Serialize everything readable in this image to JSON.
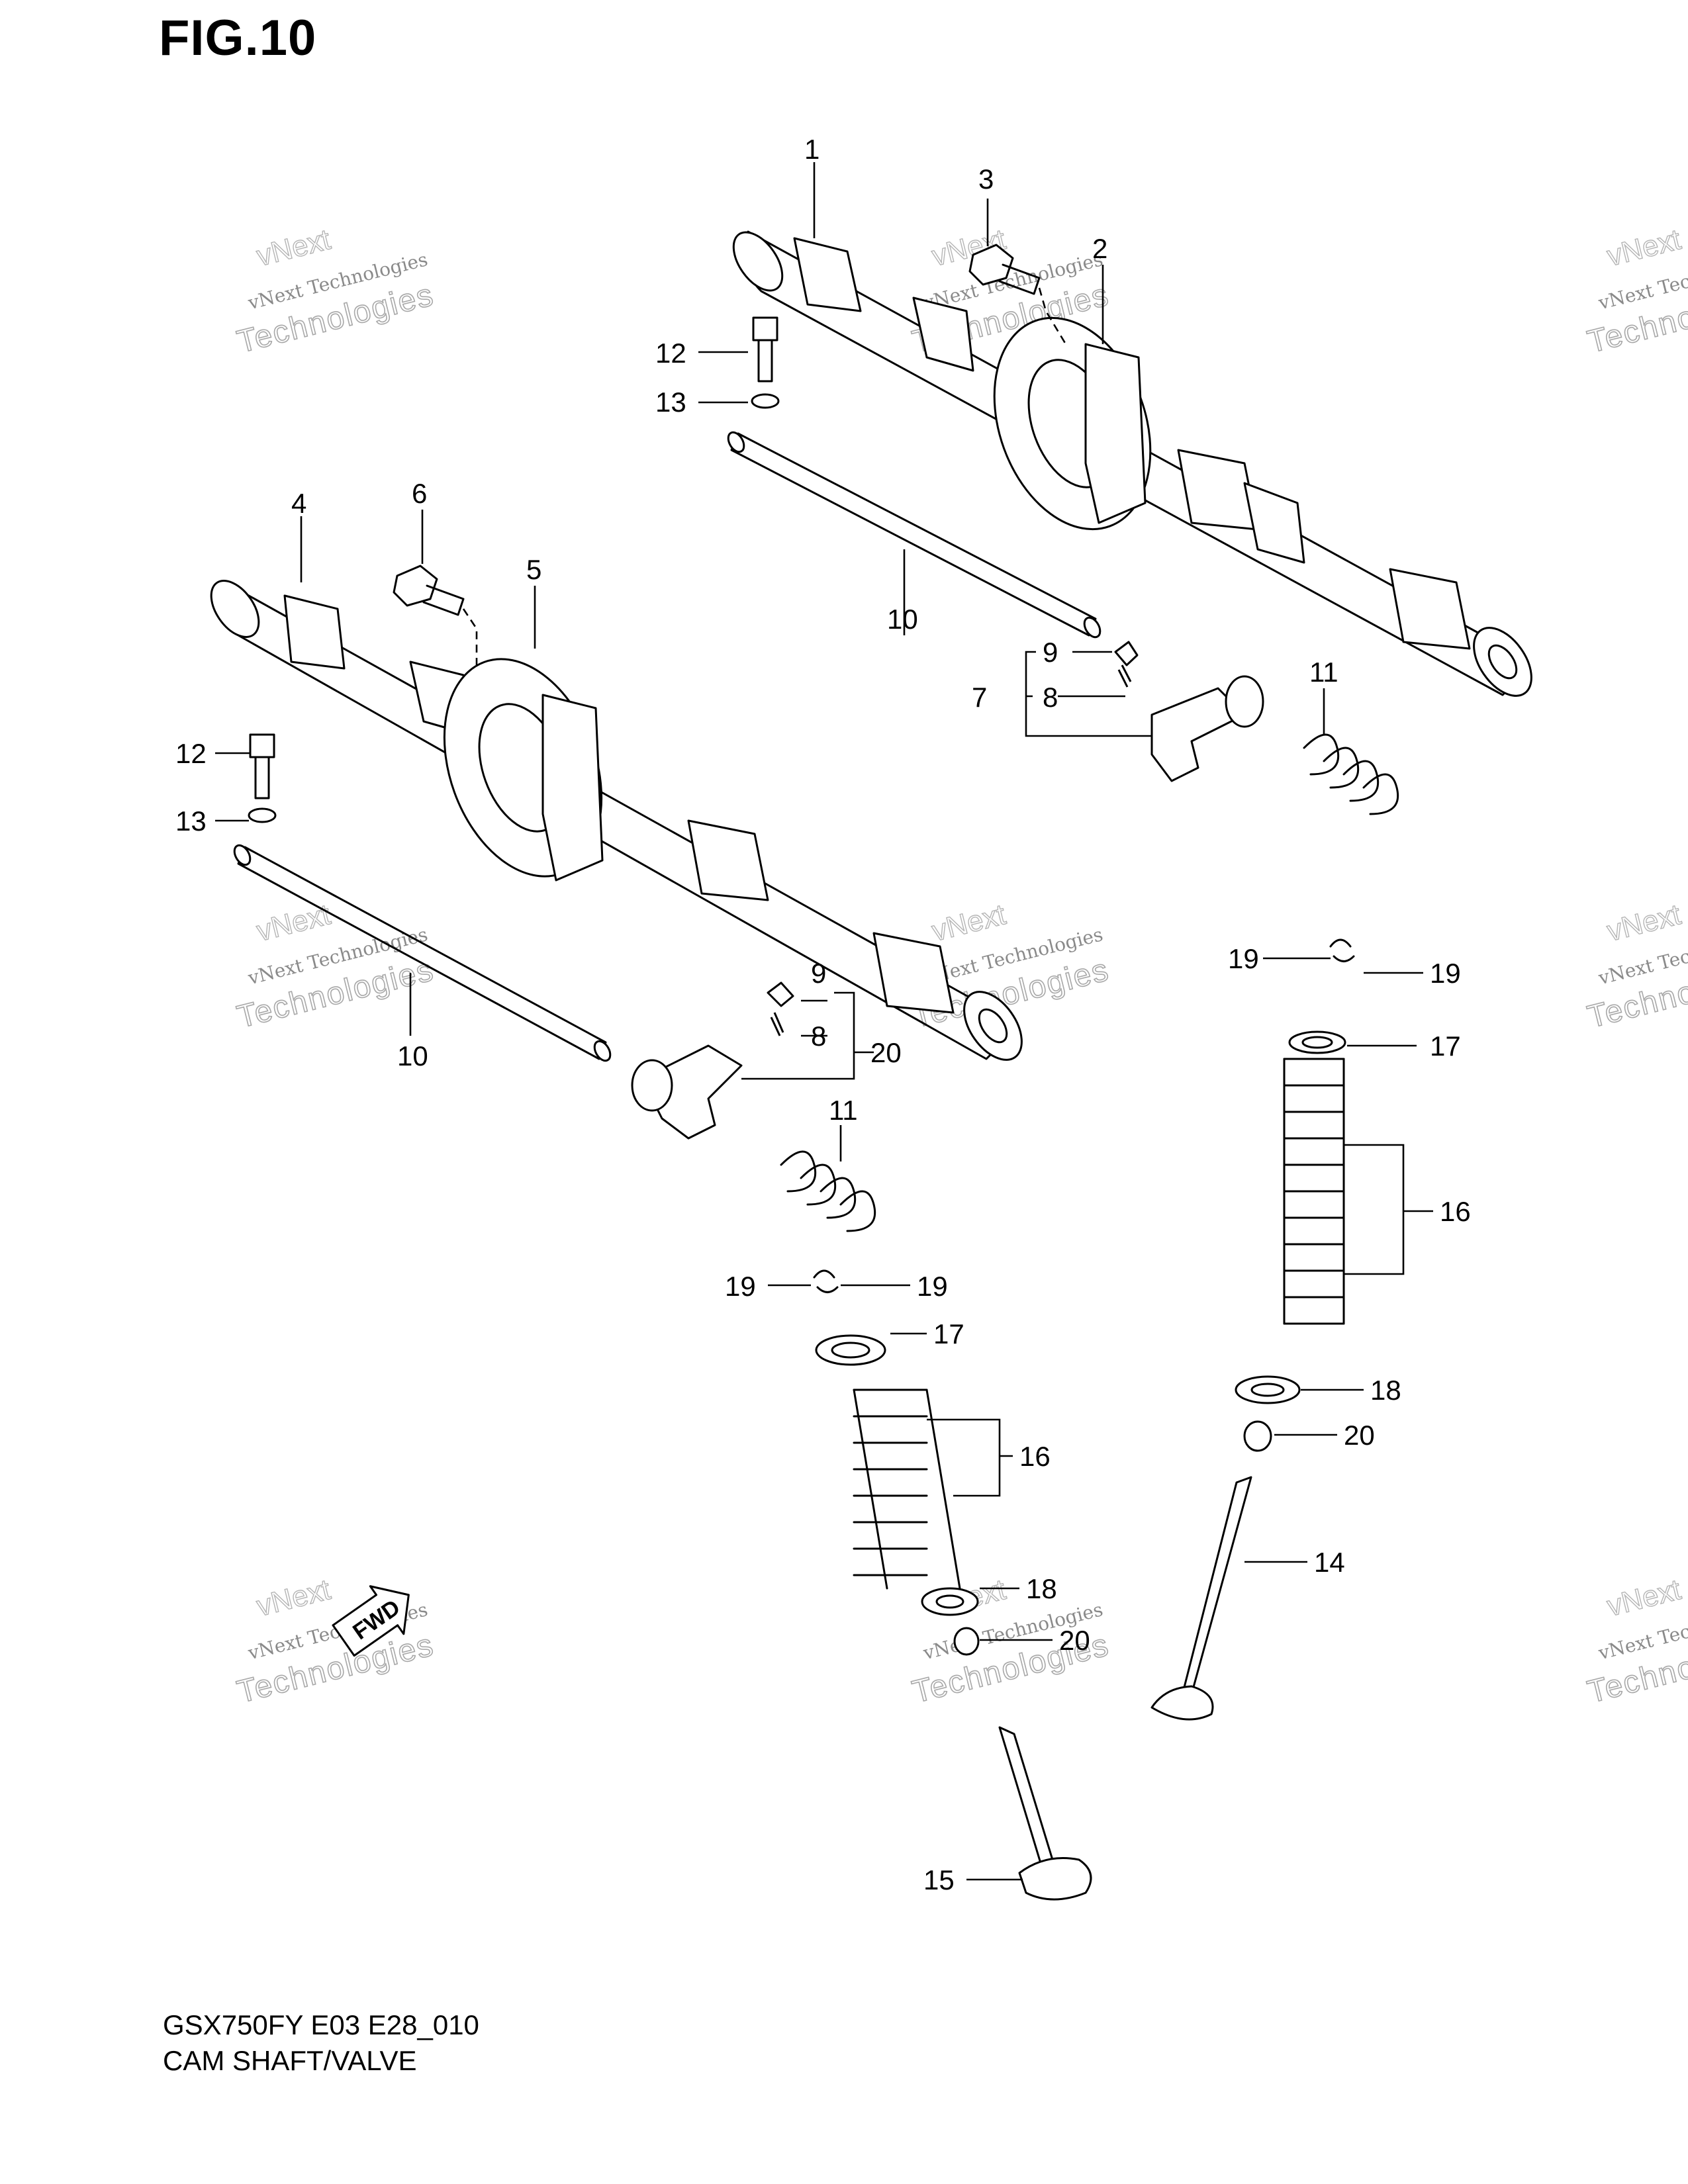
{
  "figure": {
    "title": "FIG.10"
  },
  "footer": {
    "model_code": "GSX750FY E03 E28_010",
    "caption": "CAM SHAFT/VALVE"
  },
  "badge": {
    "fwd": "FWD"
  },
  "watermark": {
    "line1": "vNext Technologies",
    "line2": "vNext",
    "line3": "Technologies"
  },
  "callouts": [
    "1",
    "2",
    "3",
    "4",
    "5",
    "6",
    "7",
    "8",
    "9",
    "10",
    "11",
    "12",
    "13",
    "14",
    "15",
    "16",
    "17",
    "18",
    "19",
    "20"
  ]
}
